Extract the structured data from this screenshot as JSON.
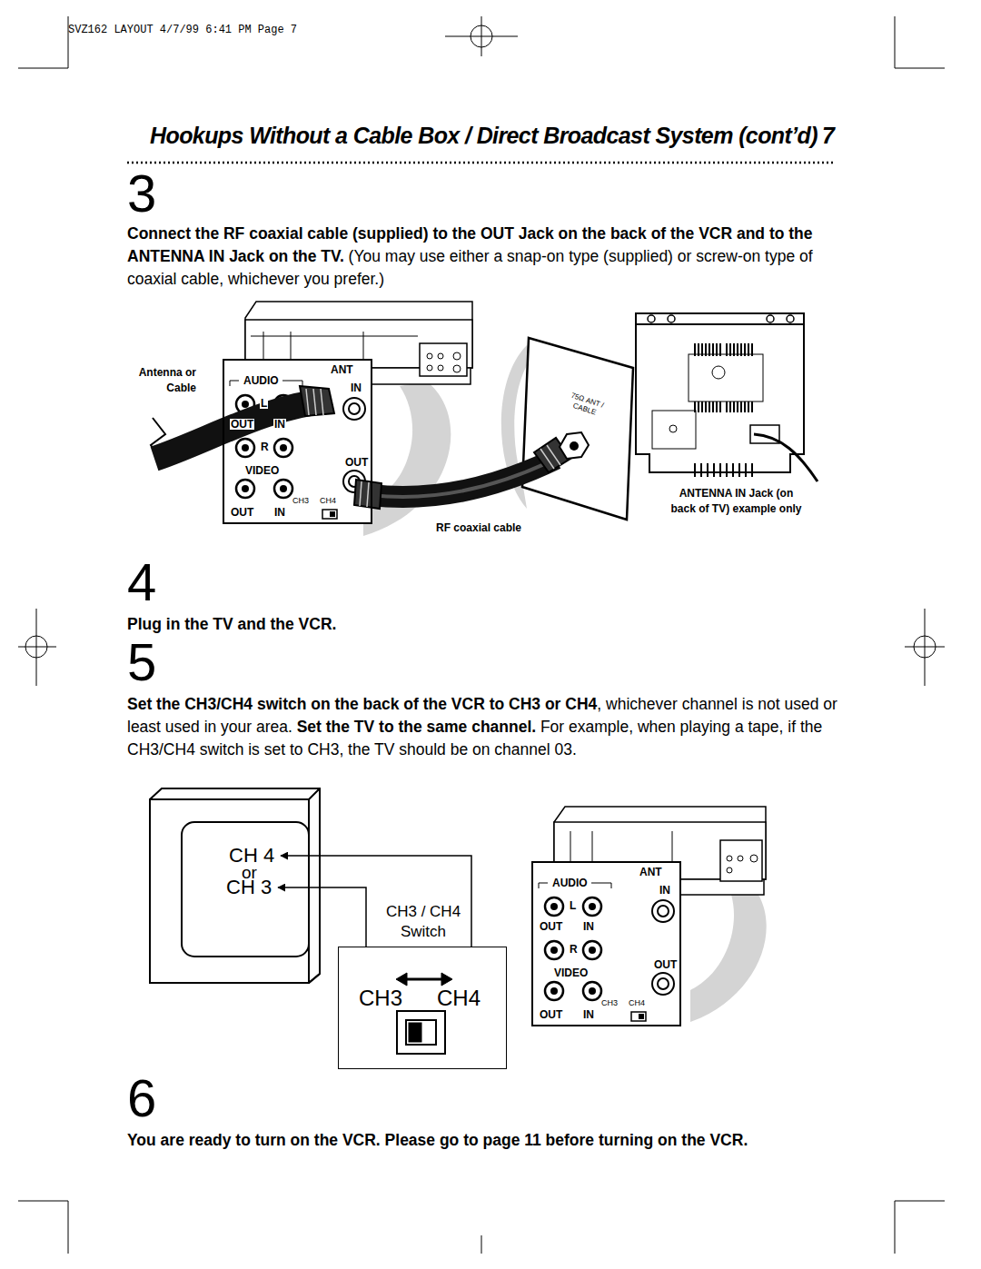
{
  "diagram": {
    "title": "Hookups Without a Cable Box / Direct Broadcast System (cont’d)",
    "nodes": [
      {
        "text": [
          "AUDIO",
          "ANT",
          "IN",
          "L",
          "OUT",
          "IN",
          "R",
          "VIDEO",
          "OUT",
          "OUT",
          "IN",
          "CH3",
          "CH4"
        ]
      },
      {
        "text": [
          "CH 4"
        ]
      },
      {
        "text": [
          "CH 3"
        ]
      },
      {
        "text": [
          "CH3 / CH4 Switch",
          "CH3",
          "CH4"
        ]
      },
      {
        "text": [
          "AUDIO",
          "ANT",
          "IN",
          "L",
          "OUT",
          "IN",
          "R",
          "VIDEO",
          "OUT",
          "OUT",
          "IN",
          "CH3",
          "CH4"
        ]
      }
    ],
    "edges": [
      {
        "from": 3,
        "to": 1,
        "arrow": "to"
      },
      {
        "from": 3,
        "to": 2,
        "arrow": "to"
      }
    ],
    "labels": [
      "SVZ162 LAYOUT 4/7/99 6:41 PM Page 7",
      "7",
      "3",
      "Connect the RF coaxial cable (supplied) to the OUT Jack on the back of the VCR and to the ANTENNA IN Jack on the TV.",
      "(You may use either a snap-on type (supplied) or screw-on type of coaxial cable, whichever you prefer.)",
      "Antenna or Cable",
      "75Ω ANT / CABLE",
      "RF coaxial cable",
      "ANTENNA IN Jack (on back of TV) example only",
      "4",
      "Plug in the TV and the VCR.",
      "5",
      "Set the CH3/CH4 switch on the back of the VCR to CH3 or CH4",
      ", whichever channel is not used or least used in your area.",
      "Set the TV to the same channel.",
      "For example, when playing a tape, if the CH3/CH4 switch is set to CH3, the TV should be on channel 03.",
      "or",
      "6",
      "You are ready to turn on the VCR. Please go to page 11 before turning on the VCR."
    ]
  }
}
